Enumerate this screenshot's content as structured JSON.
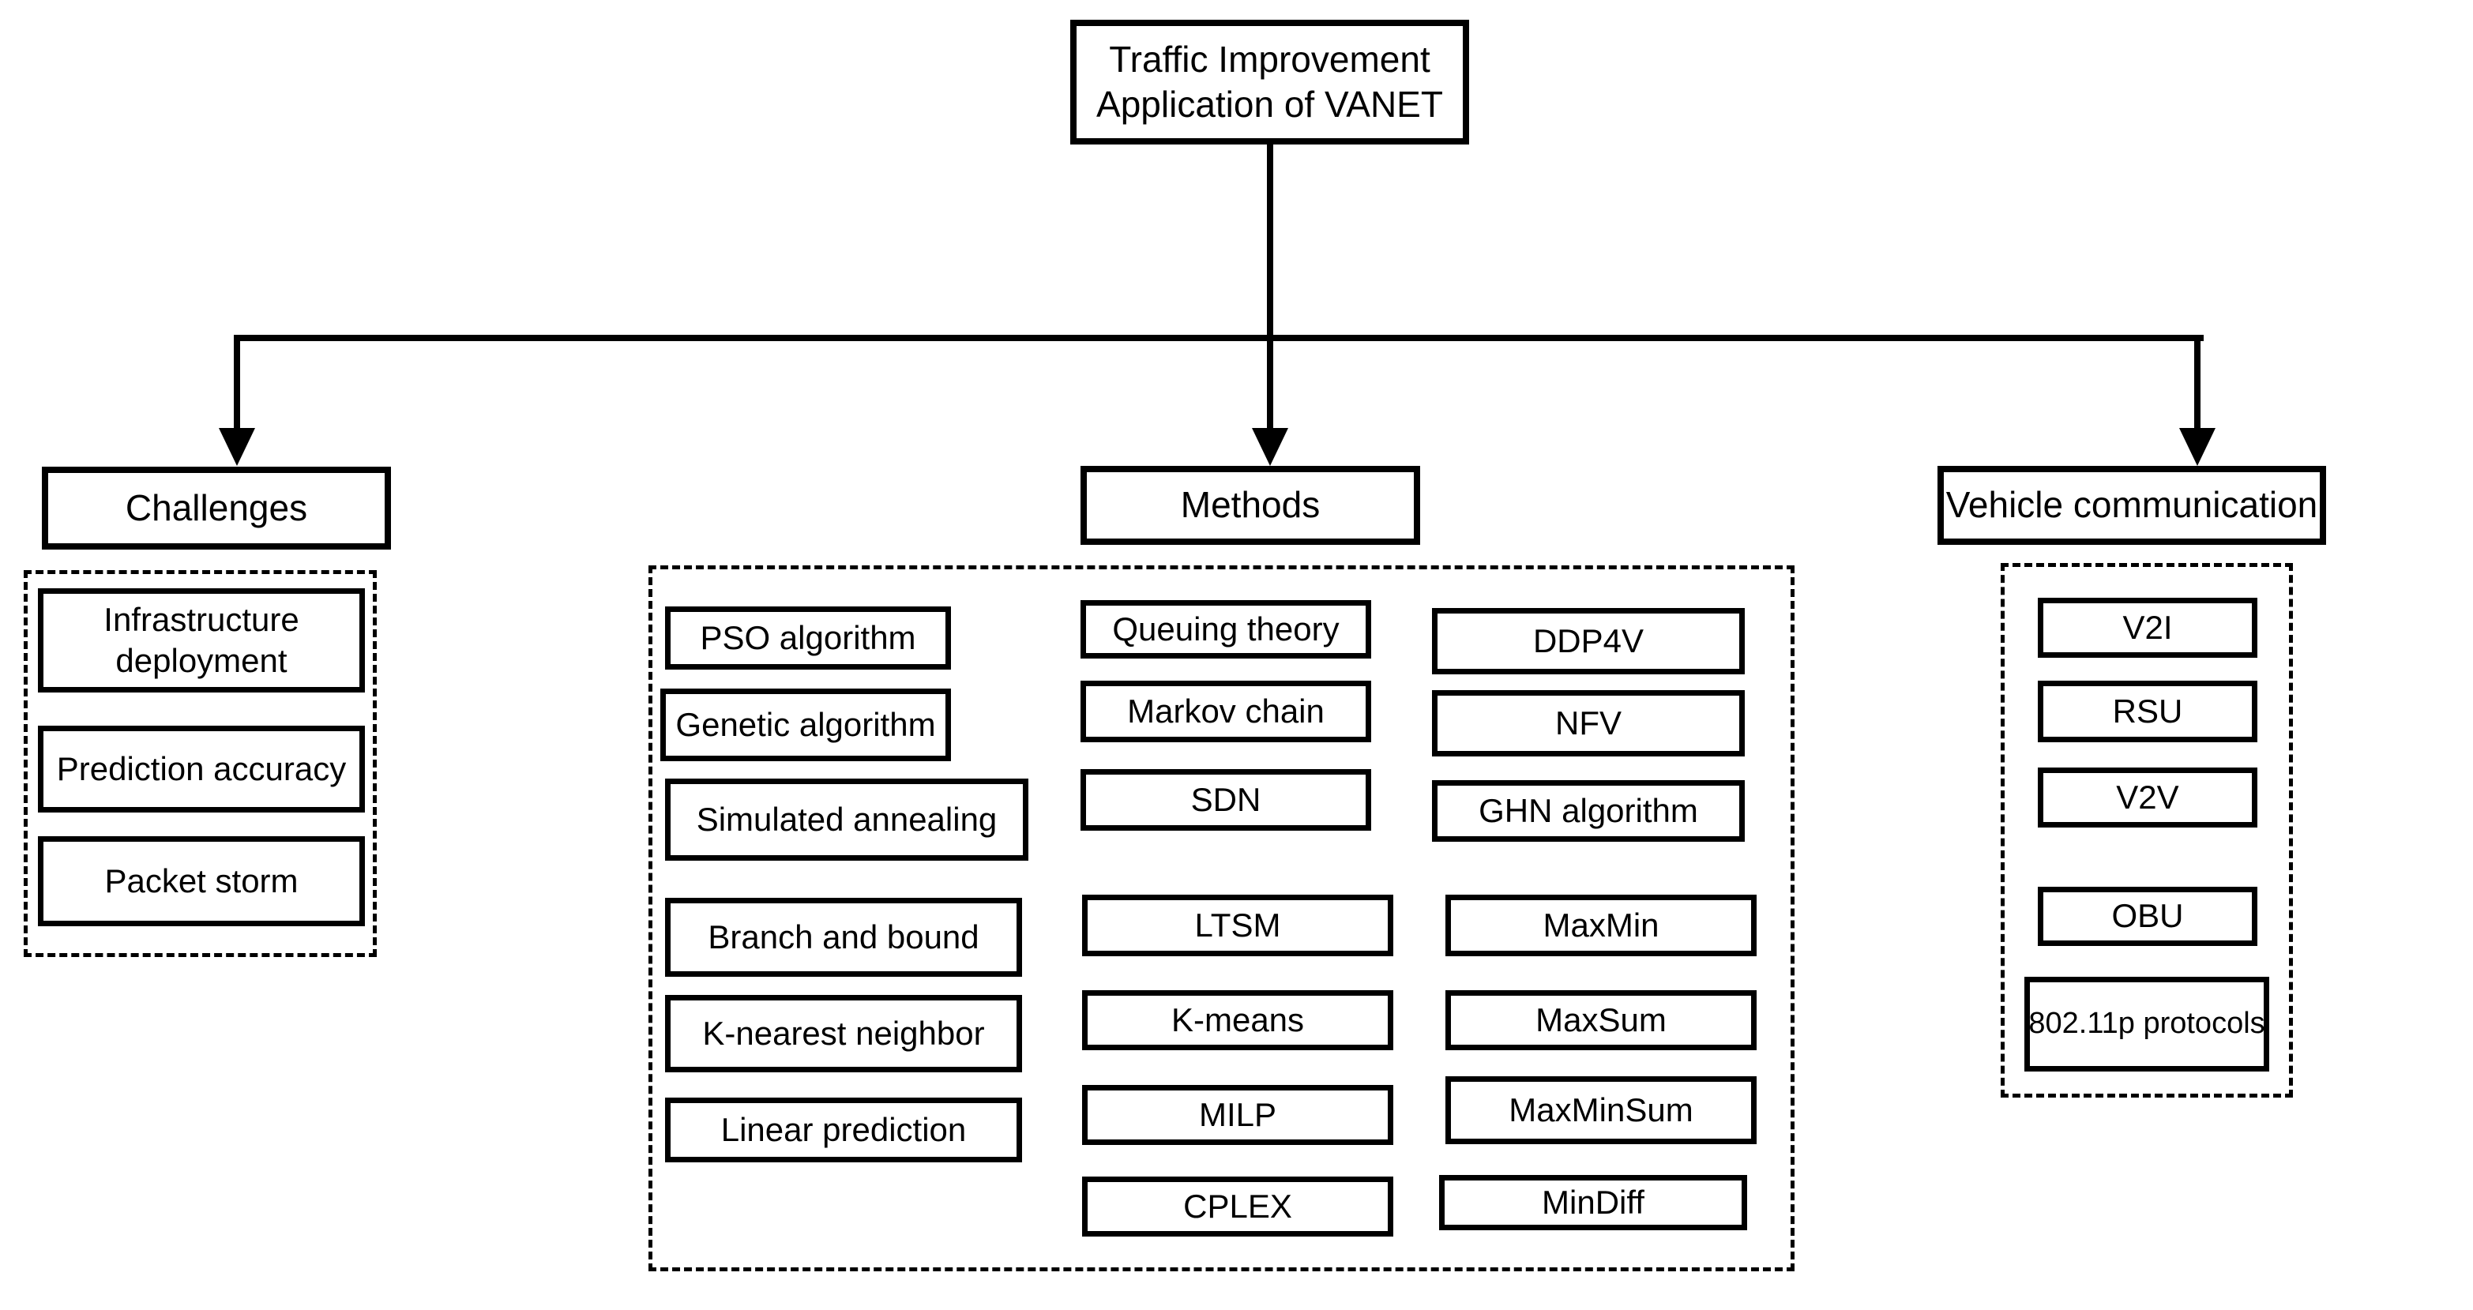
{
  "root": {
    "line1": "Traffic Improvement",
    "line2": "Application of VANET"
  },
  "challenges": {
    "title": "Challenges",
    "items": [
      "Infrastructure deployment",
      "Prediction accuracy",
      "Packet storm"
    ]
  },
  "methods": {
    "title": "Methods",
    "col1": [
      "PSO algorithm",
      "Genetic algorithm",
      "Simulated annealing",
      "Branch and bound",
      "K-nearest neighbor",
      "Linear prediction"
    ],
    "col2": [
      "Queuing theory",
      "Markov chain",
      "SDN",
      "LTSM",
      "K-means",
      "MILP",
      "CPLEX"
    ],
    "col3": [
      "DDP4V",
      "NFV",
      "GHN algorithm",
      "MaxMin",
      "MaxSum",
      "MaxMinSum",
      "MinDiff"
    ]
  },
  "vehicle": {
    "title": "Vehicle communication",
    "items": [
      "V2I",
      "RSU",
      "V2V",
      "OBU",
      "802.11p protocols"
    ]
  },
  "colors": {
    "ink": "#000000",
    "paper": "#ffffff"
  }
}
